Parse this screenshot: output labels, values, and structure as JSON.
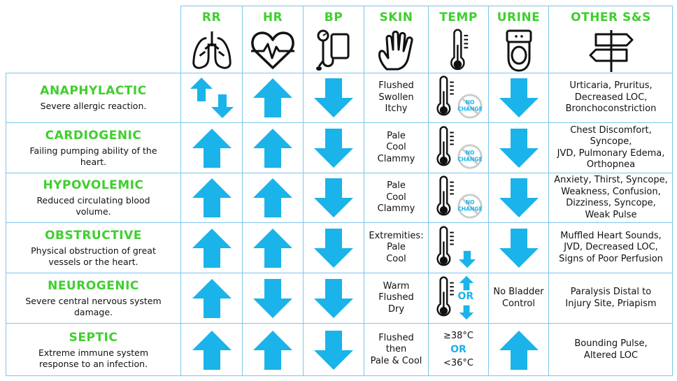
{
  "columns": [
    "RR",
    "HR",
    "BP",
    "SKIN",
    "TEMP",
    "URINE",
    "OTHER S&S"
  ],
  "header_icons": [
    "lungs-icon",
    "heart-rate-icon",
    "blood-pressure-cuff-icon",
    "hand-icon",
    "thermometer-icon",
    "toilet-icon",
    "signpost-icon"
  ],
  "no_change_label_1": "NO",
  "no_change_label_2": "CHANGE",
  "or_label": "OR",
  "colors": {
    "green": "#3fcf2e",
    "blue": "#1ab3ea",
    "border": "#7cc7ea",
    "gray": "#cccccc"
  },
  "rows": [
    {
      "title": "ANAPHYLACTIC",
      "desc": "Severe allergic reaction.",
      "rr": "up-down",
      "hr": "up",
      "bp": "down",
      "skin": [
        "Flushed",
        "Swollen",
        "Itchy"
      ],
      "temp": "no-change",
      "urine": "down",
      "other": [
        "Urticaria, Pruritus,",
        "Decreased LOC,",
        "Bronchoconstriction"
      ]
    },
    {
      "title": "CARDIOGENIC",
      "desc": "Failing pumping ability of the heart.",
      "rr": "up",
      "hr": "up",
      "bp": "down",
      "skin": [
        "Pale",
        "Cool",
        "Clammy"
      ],
      "temp": "no-change",
      "urine": "down",
      "other": [
        "Chest Discomfort,",
        "Syncope,",
        "JVD, Pulmonary Edema,",
        "Orthopnea"
      ]
    },
    {
      "title": "HYPOVOLEMIC",
      "desc": "Reduced circulating blood volume.",
      "rr": "up",
      "hr": "up",
      "bp": "down",
      "skin": [
        "Pale",
        "Cool",
        "Clammy"
      ],
      "temp": "no-change",
      "urine": "down",
      "other": [
        "Anxiety, Thirst, Syncope,",
        "Weakness, Confusion,",
        "Dizziness, Syncope,",
        "Weak Pulse"
      ]
    },
    {
      "title": "OBSTRUCTIVE",
      "desc": "Physical obstruction of great vessels or the heart.",
      "rr": "up",
      "hr": "up",
      "bp": "down",
      "skin": [
        "Extremities:",
        "Pale",
        "Cool"
      ],
      "temp": "down",
      "urine": "down",
      "other": [
        "Muffled Heart Sounds,",
        "JVD, Decreased LOC,",
        "Signs of Poor Perfusion"
      ]
    },
    {
      "title": "NEUROGENIC",
      "desc": "Severe central nervous system damage.",
      "rr": "up",
      "hr": "down",
      "bp": "down",
      "skin": [
        "Warm",
        "Flushed",
        "Dry"
      ],
      "temp": "up-or-down",
      "urine_text": [
        "No Bladder",
        "Control"
      ],
      "other": [
        "Paralysis Distal to",
        "Injury Site, Priapism"
      ]
    },
    {
      "title": "SEPTIC",
      "desc": "Extreme immune system response to an infection.",
      "rr": "up",
      "hr": "up",
      "bp": "down",
      "skin": [
        "Flushed",
        "then",
        "Pale & Cool"
      ],
      "temp_text": [
        "≥38°C",
        "OR",
        "<36°C"
      ],
      "urine": "up",
      "other": [
        "Bounding Pulse,",
        "Altered LOC"
      ]
    }
  ]
}
